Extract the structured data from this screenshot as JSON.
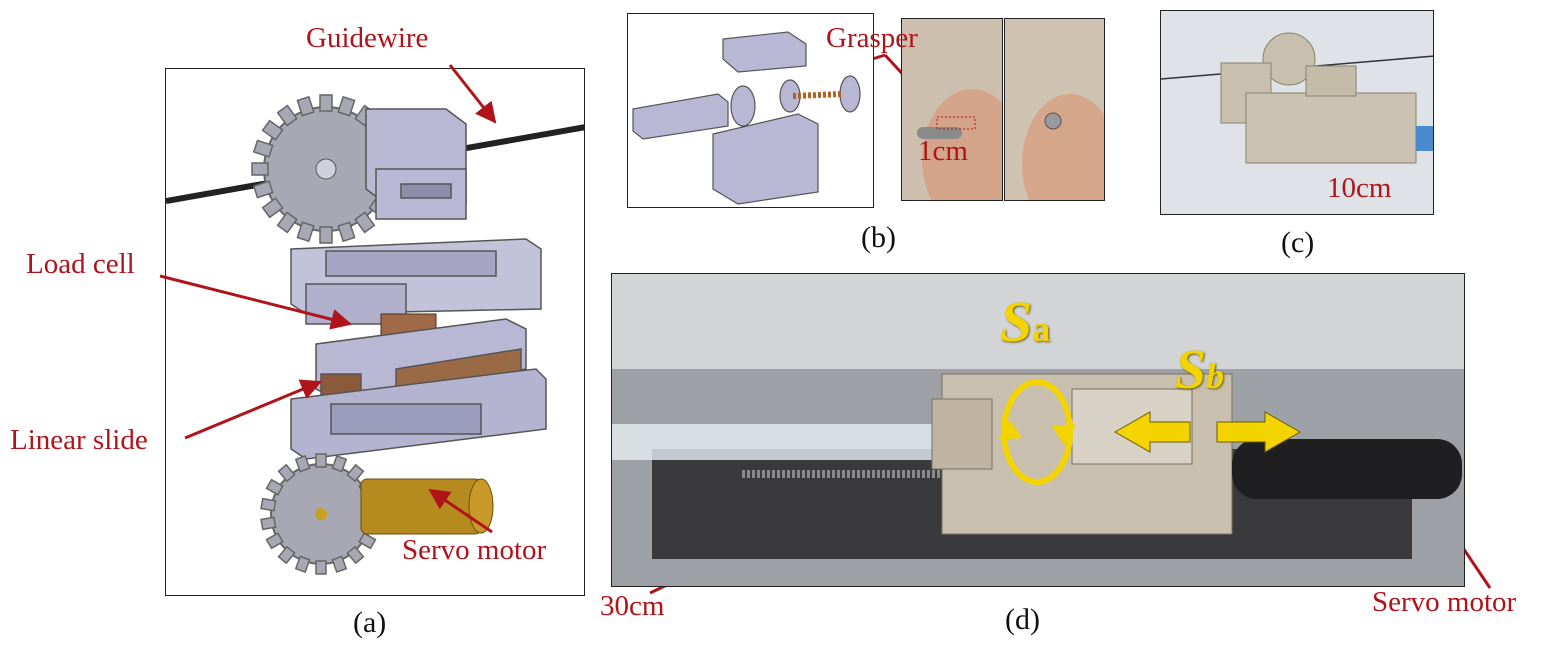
{
  "labels": {
    "guidewire": "Guidewire",
    "load_cell": "Load cell",
    "linear_slide": "Linear slide",
    "servo_motor_a": "Servo motor",
    "grasper": "Grasper",
    "scale_1cm": "1cm",
    "scale_10cm": "10cm",
    "scale_30cm": "30cm",
    "servo_motor_d": "Servo motor",
    "sa_main": "S",
    "sa_sub": "a",
    "sb_main": "S",
    "sb_sub": "b"
  },
  "captions": {
    "a": "(a)",
    "b": "(b)",
    "c": "(c)",
    "d": "(d)"
  },
  "colors": {
    "annotation_red": "#b0141b",
    "symbol_yellow": "#f3d400",
    "part_lavender": "#b8b8d4",
    "motor_gold": "#b58a1e",
    "slide_brown": "#8a5a3a"
  }
}
